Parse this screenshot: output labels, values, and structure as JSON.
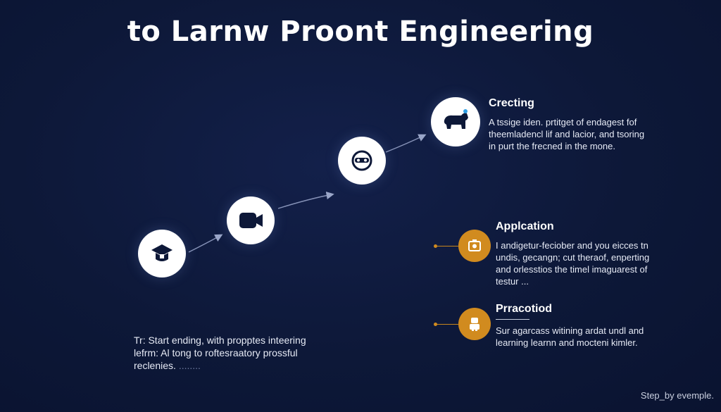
{
  "title": "to Larnw Proont Engineering",
  "sections": [
    {
      "heading": "Crecting",
      "desc": "A tssige iden. prtitget of endagest fof\ntheemladencl lif and lacior, and tsoring\nin purt the frecned in the mone.",
      "icon": "animal-icon"
    },
    {
      "heading": "Applcation",
      "desc": "I andigetur-feciober and you eicces tn\nundis, gecangn; cut theraof, enperting\nand orlesstios the timel imaguarest of\ntestur ...",
      "icon": "photo-icon"
    },
    {
      "heading": "Prracotiod",
      "desc": "Sur agarcass witining ardat undl and\nlearning learnn and mocteni kimler.",
      "icon": "robot-icon"
    }
  ],
  "steps": [
    {
      "icon": "cap-icon"
    },
    {
      "icon": "video-icon"
    },
    {
      "icon": "mask-icon"
    },
    {
      "icon": "animal-icon"
    }
  ],
  "tip": {
    "text": "Tr: Start ending, with propptes inteering\nlefrm: Al tong to roftesraatory prossful\nreclenies.",
    "trailing": "........"
  },
  "footer": "Step_by evemple.",
  "colors": {
    "background": "#0d1838",
    "accent": "#d18b1f",
    "node": "#ffffff"
  }
}
